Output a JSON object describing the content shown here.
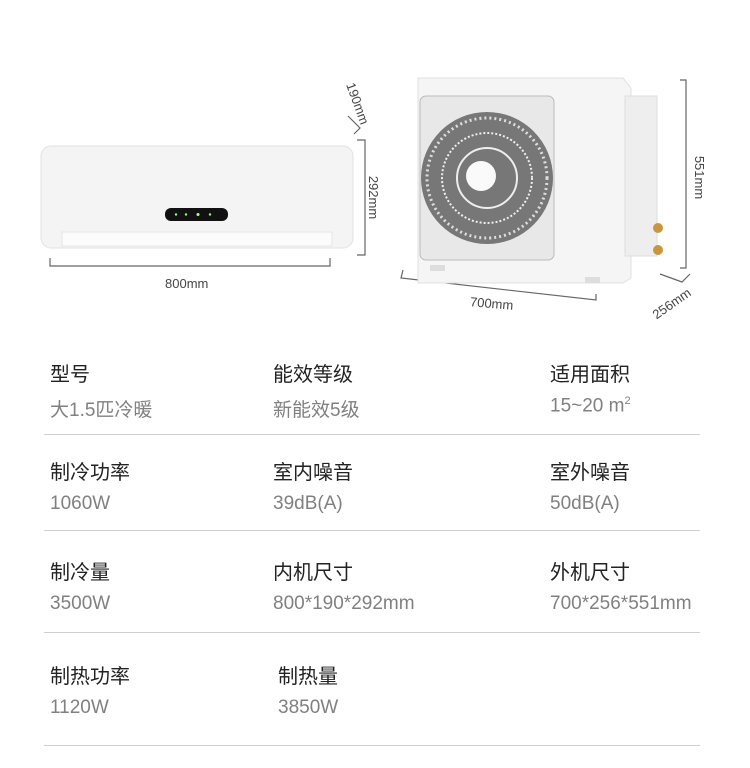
{
  "dimensions": {
    "indoor_width": "800mm",
    "indoor_depth": "190mm",
    "indoor_height": "292mm",
    "outdoor_width": "700mm",
    "outdoor_depth": "256mm",
    "outdoor_height": "551mm"
  },
  "specs": [
    [
      {
        "label": "型号",
        "value": "大1.5匹冷暖"
      },
      {
        "label": "能效等级",
        "value": "新能效5级"
      },
      {
        "label": "适用面积",
        "value": "15~20 m",
        "sup": "2"
      }
    ],
    [
      {
        "label": "制冷功率",
        "value": "1060W"
      },
      {
        "label": "室内噪音",
        "value": "39dB(A)"
      },
      {
        "label": "室外噪音",
        "value": "50dB(A)"
      }
    ],
    [
      {
        "label": "制冷量",
        "value": "3500W"
      },
      {
        "label": "内机尺寸",
        "value": "800*190*292mm"
      },
      {
        "label": "外机尺寸",
        "value": "700*256*551mm"
      }
    ],
    [
      {
        "label": "制热功率",
        "value": "1120W"
      },
      {
        "label": "制热量",
        "value": "3850W"
      }
    ]
  ]
}
